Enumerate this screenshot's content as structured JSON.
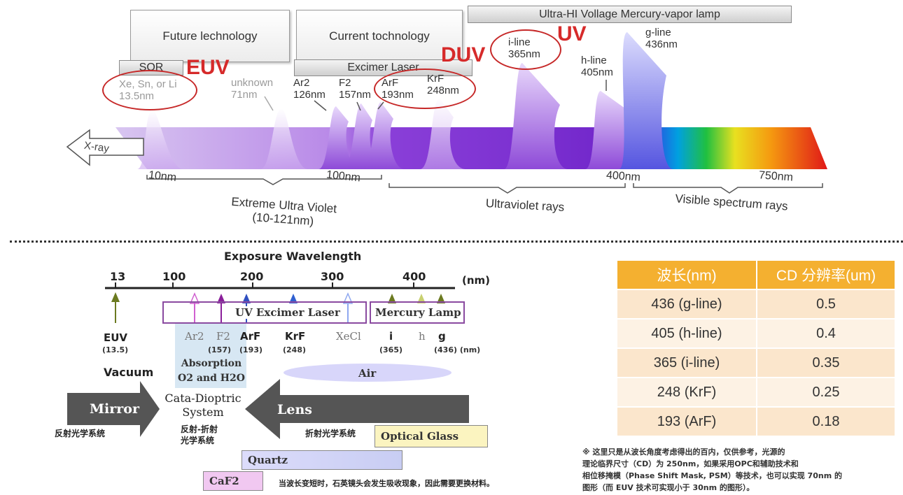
{
  "top": {
    "boxes": {
      "future": "Future lechnology",
      "current": "Current tochnology",
      "lamp": "Ultra-HI Vollage Mercury-vapor lamp",
      "sor": "SOR",
      "excimer": "Excimer Laser"
    },
    "badges": {
      "euv": "EUV",
      "duv": "DUV",
      "uv": "UV"
    },
    "xray": "X-ray",
    "peaks": {
      "xe_line1": "Xe, Sn, or Li",
      "xe_line2": "13.5nm",
      "unknown_line1": "unknown",
      "unknown_line2": "71nm",
      "ar2_line1": "Ar2",
      "ar2_line2": "126nm",
      "f2_line1": "F2",
      "f2_line2": "157nm",
      "arf_line1": "ArF",
      "arf_line2": "193nm",
      "krf_line1": "KrF",
      "krf_line2": "248nm",
      "iline_line1": "i-line",
      "iline_line2": "365nm",
      "hline_line1": "h-line",
      "hline_line2": "405nm",
      "gline_line1": "g-line",
      "gline_line2": "436nm"
    },
    "scale": {
      "s10": "10nm",
      "s100": "100nm",
      "s400": "400nm",
      "s750": "750nm"
    },
    "regions": {
      "euv_line1": "Extreme Ultra Violet",
      "euv_line2": "(10-121nm)",
      "uv": "Ultraviolet rays",
      "visible": "Visible spectrum rays"
    }
  },
  "bottom": {
    "title": "Exposure Wavelength",
    "ticks": [
      "13",
      "100",
      "200",
      "300",
      "400"
    ],
    "unit": "(nm)",
    "excimer_label": "UV Excimer Laser",
    "mercury_label": "Mercury Lamp",
    "sources": {
      "euv": "EUV",
      "euv_val": "(13.5)",
      "ar2": "Ar2",
      "f2": "F2",
      "f2_val": "(157)",
      "arf": "ArF",
      "arf_val": "(193)",
      "krf": "KrF",
      "krf_val": "(248)",
      "xecl": "XeCl",
      "i": "i",
      "i_val": "(365)",
      "h": "h",
      "g": "g",
      "g_val": "(436) (nm)"
    },
    "vacuum": "Vacuum",
    "absorption_line1": "Absorption",
    "absorption_line2": "O2 and H2O",
    "air": "Air",
    "mirror": "Mirror",
    "cata_line1": "Cata-Dioptric",
    "cata_line2": "System",
    "lens": "Lens",
    "zh_mirror": "反射光学系统",
    "zh_cata_line1": "反射-折射",
    "zh_cata_line2": "光学系统",
    "zh_lens": "折射光学系统",
    "optical_glass": "Optical Glass",
    "quartz": "Quartz",
    "caf2": "CaF2",
    "zh_note": "当波长变短时，石英镜头会发生吸收现象，因此需要更换材料。"
  },
  "table": {
    "headers": [
      "波长(nm)",
      "CD 分辨率(um)"
    ],
    "rows": [
      [
        "436 (g-line)",
        "0.5"
      ],
      [
        "405 (h-line)",
        "0.4"
      ],
      [
        "365 (i-line)",
        "0.35"
      ],
      [
        "248 (KrF)",
        "0.25"
      ],
      [
        "193 (ArF)",
        "0.18"
      ]
    ]
  },
  "footnote": {
    "line1": "※ 这里只是从波长角度考虑得出的百内，仅供参考，光源的",
    "line2": "理论临界尺寸（CD）为 250nm，如果采用OPC和辅助技术和",
    "line3": "相位移掩模（Phase Shift Mask, PSM）等技术，也可以实现 70nm 的",
    "line4": "图形（而 EUV 技术可实现小于 30nm 的图形）。"
  },
  "colors": {
    "accent_red": "#d62a2a",
    "table_header": "#f4b030",
    "spectrum_purple": "#7a2fd0",
    "arrow_gray": "#555555"
  }
}
